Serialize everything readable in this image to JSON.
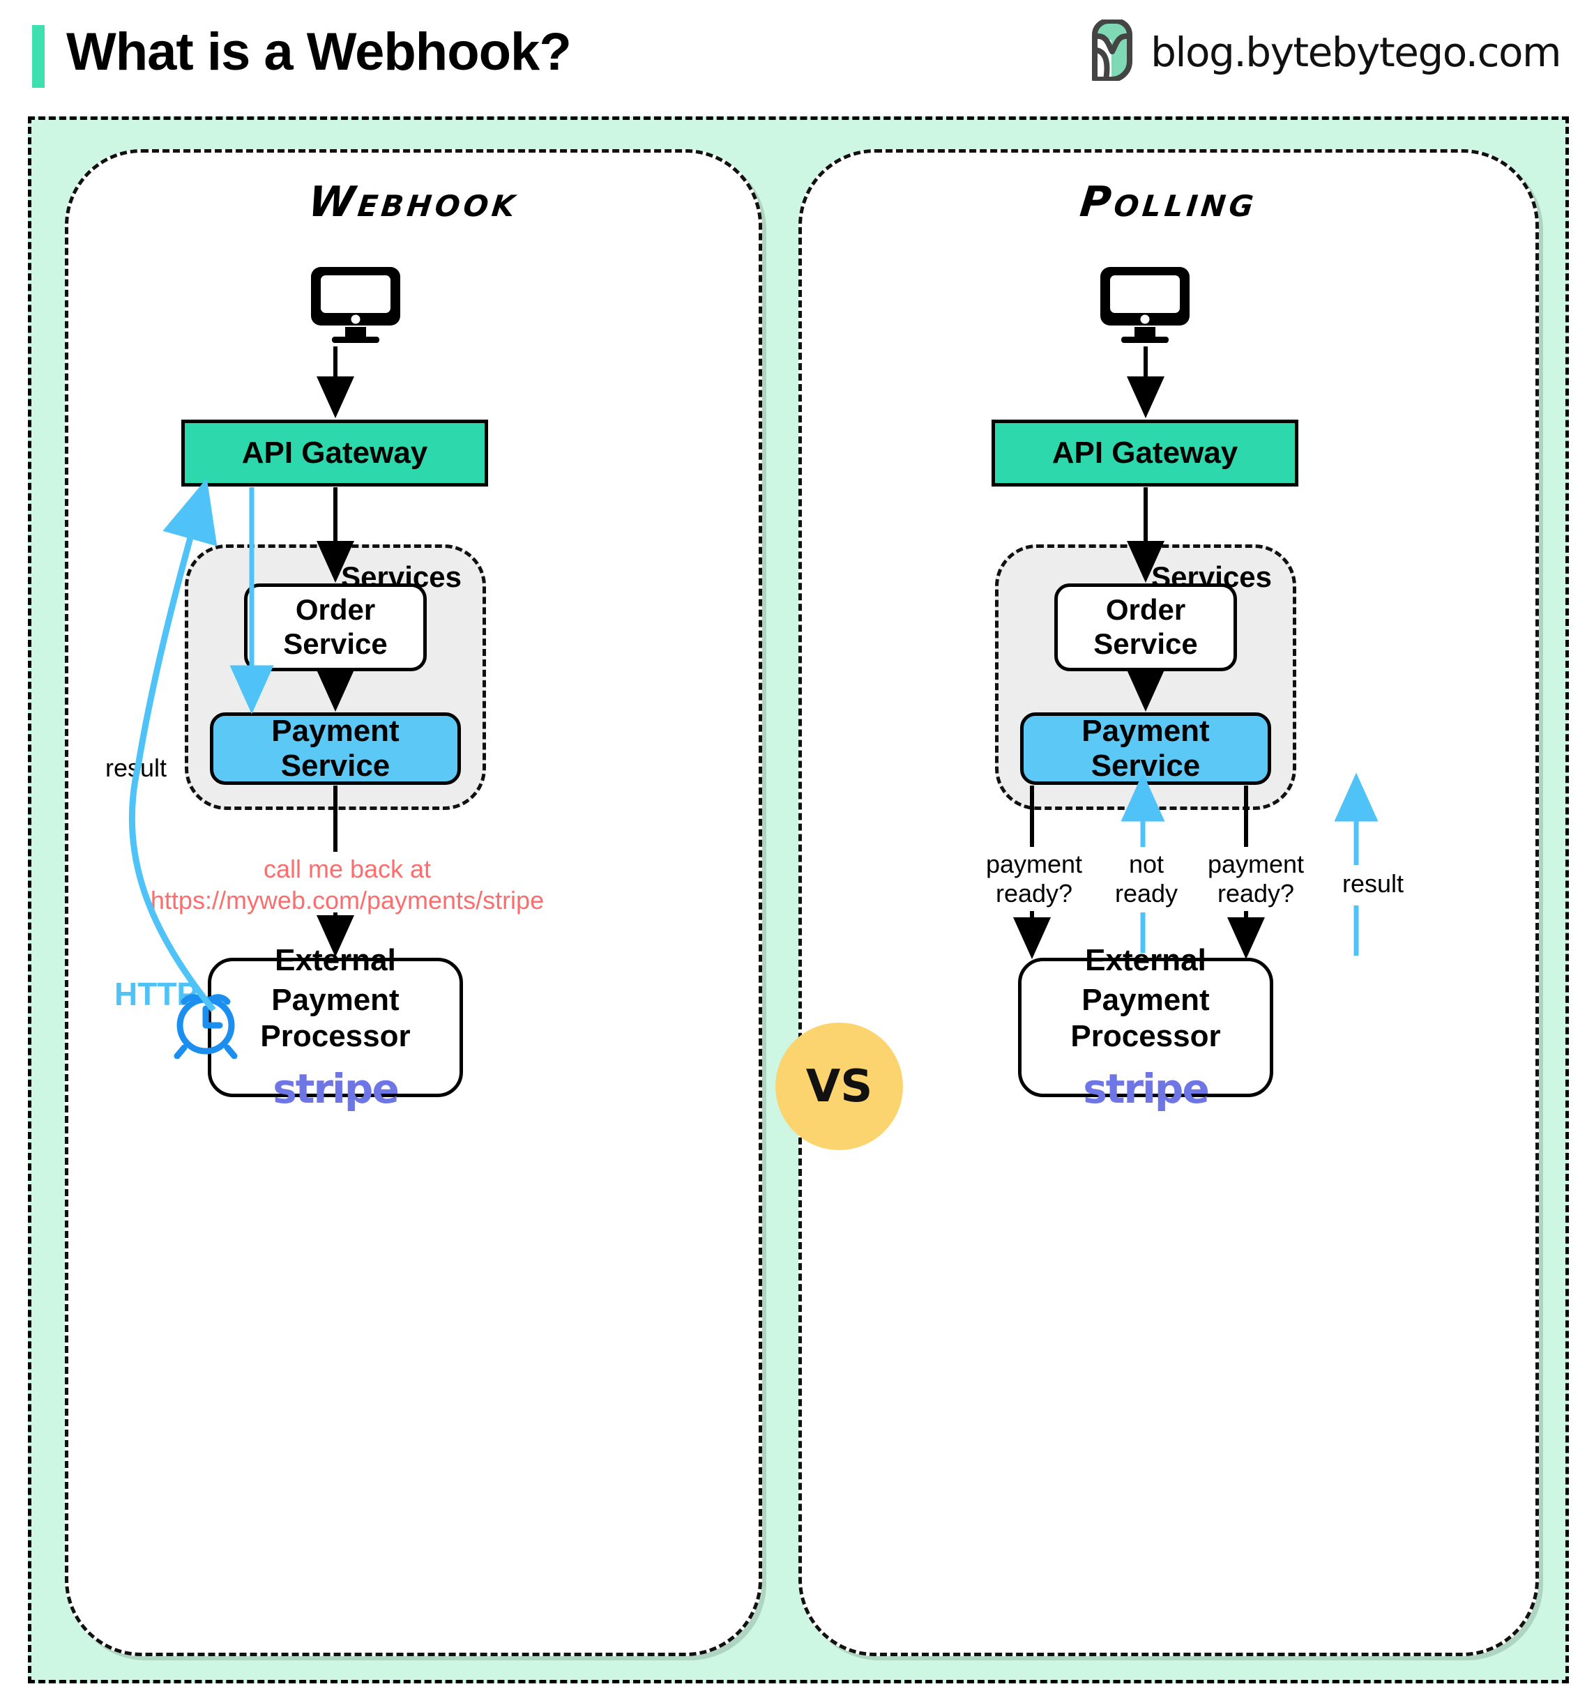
{
  "header": {
    "title": "What is a Webhook?",
    "brand_url": "blog.bytebytego.com",
    "accent_color": "#3EE0B0",
    "logo_icon": "bytebytego-leaf-logo"
  },
  "comparison": {
    "vs_label": "VS",
    "vs_color": "#FBD470"
  },
  "webhook": {
    "panel_title": "Webhook",
    "client_icon": "desktop-monitor-icon",
    "gateway": "API Gateway",
    "services_label": "Services",
    "order_service_line1": "Order",
    "order_service_line2": "Service",
    "payment_service": "Payment Service",
    "callback_line1": "call me back at",
    "callback_line2": "https://myweb.com/payments/stripe",
    "external_line1": "External",
    "external_line2": "Payment Processor",
    "stripe_logo": "stripe",
    "result_label": "result",
    "http_label": "HTTP",
    "clock_icon": "alarm-clock-icon"
  },
  "polling": {
    "panel_title": "Polling",
    "client_icon": "desktop-monitor-icon",
    "gateway": "API Gateway",
    "services_label": "Services",
    "order_service_line1": "Order",
    "order_service_line2": "Service",
    "payment_service": "Payment Service",
    "external_line1": "External",
    "external_line2": "Payment Processor",
    "stripe_logo": "stripe",
    "poll_1_line1": "payment",
    "poll_1_line2": "ready?",
    "poll_2_line1": "not",
    "poll_2_line2": "ready",
    "poll_3_line1": "payment",
    "poll_3_line2": "ready?",
    "poll_4_line1": "result",
    "poll_4_line2": ""
  },
  "colors": {
    "page_background": "#FFFFFF",
    "frame_fill": "#CDF7E2",
    "gateway_fill": "#2DD9AC",
    "payment_fill": "#5CC8F5",
    "services_fill": "#EDEDED",
    "callback_text": "#FA6E6E",
    "stripe_purple": "#6E76E5",
    "arrow_blue": "#4FC3F7",
    "clock_blue": "#1A8FF0",
    "vs_yellow": "#FBD470"
  }
}
